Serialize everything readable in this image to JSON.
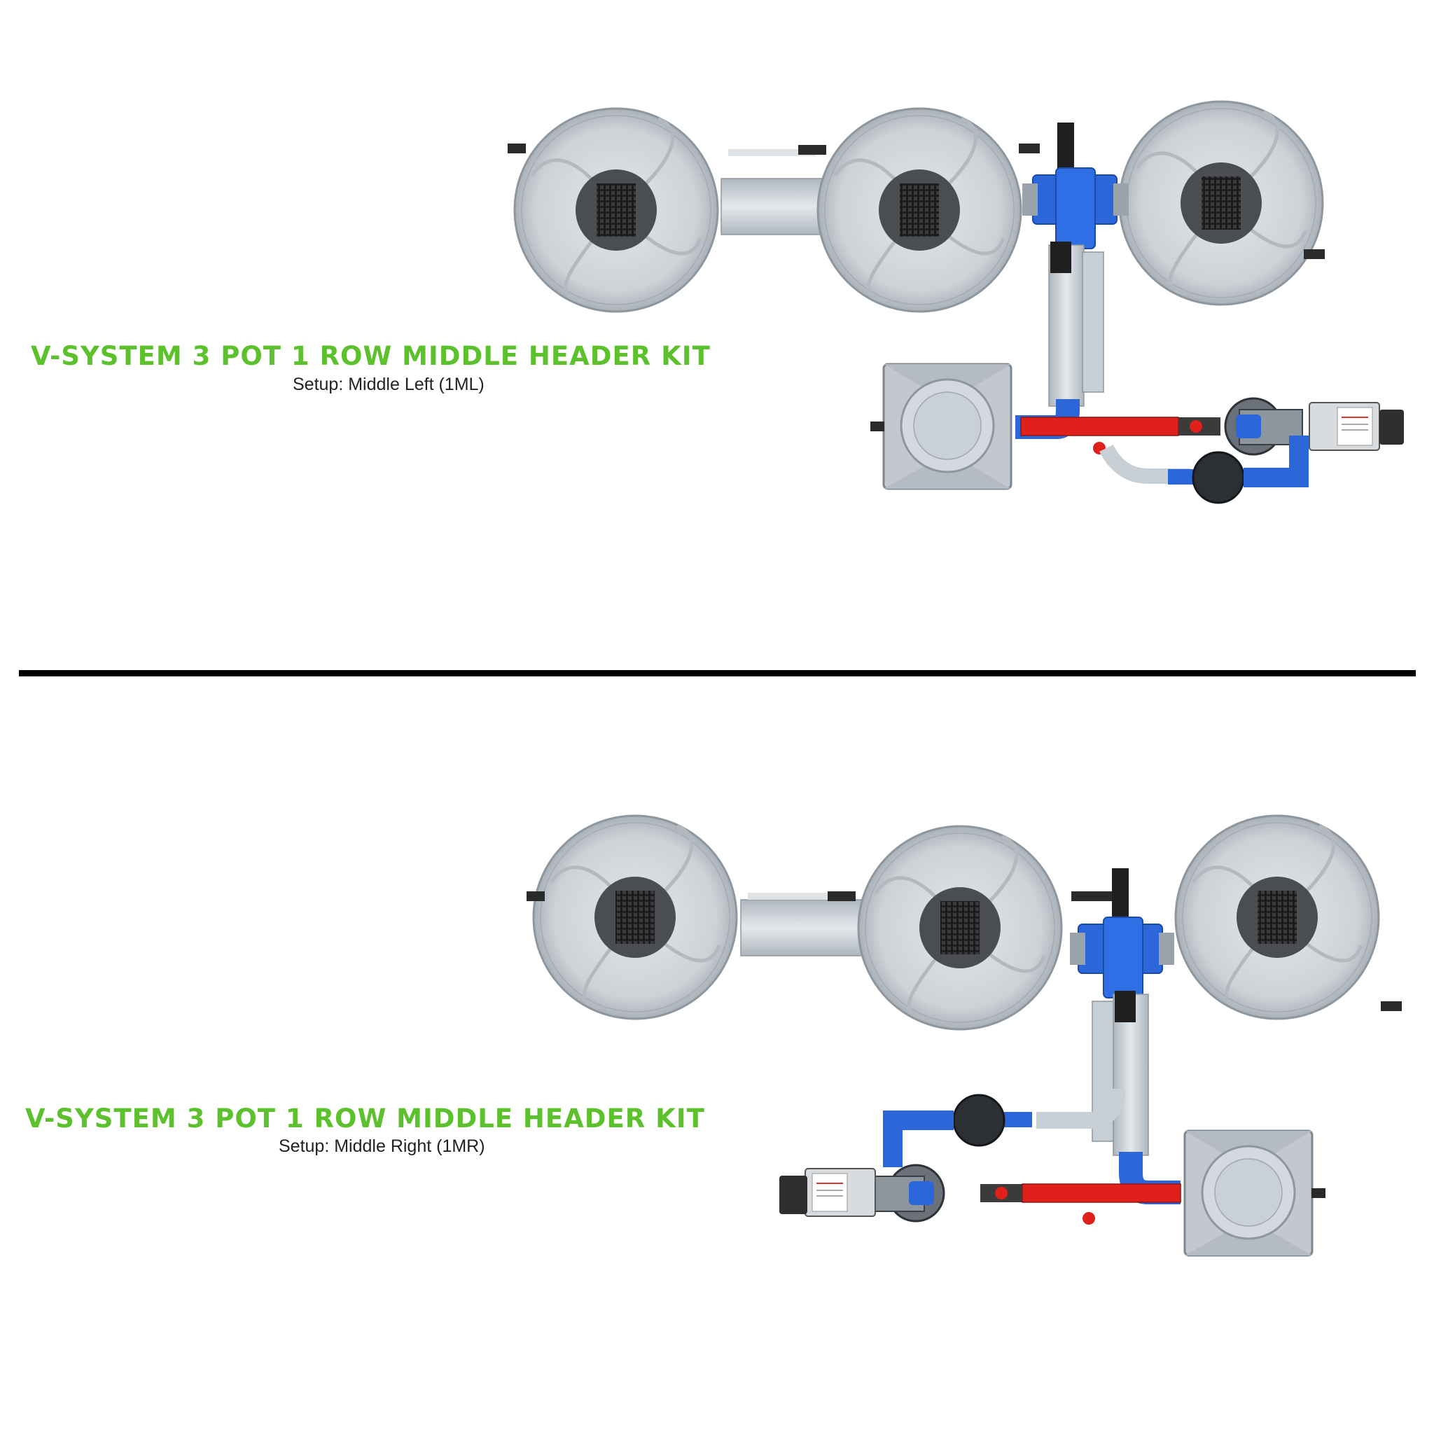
{
  "colors": {
    "title": "#5cc12c",
    "divider": "#000000",
    "pipe_blue": "#2b67d9",
    "pipe_red": "#e0201b",
    "pot_grey": "#c6ccd2",
    "hose_clear": "#d2d8dd"
  },
  "setups": [
    {
      "title": "V-SYSTEM 3 POT 1 ROW MIDDLE HEADER KIT",
      "subtitle": "Setup: Middle Left (1ML)",
      "pot_count": 3,
      "reservoir_side": "left",
      "icons": [
        "pot-icon",
        "reservoir-icon",
        "pump-icon",
        "controller-icon",
        "valve-icon",
        "filter-icon"
      ]
    },
    {
      "title": "V-SYSTEM 3 POT 1 ROW MIDDLE HEADER KIT",
      "subtitle": "Setup: Middle Right (1MR)",
      "pot_count": 3,
      "reservoir_side": "right",
      "icons": [
        "pot-icon",
        "reservoir-icon",
        "pump-icon",
        "controller-icon",
        "valve-icon",
        "filter-icon"
      ]
    }
  ]
}
